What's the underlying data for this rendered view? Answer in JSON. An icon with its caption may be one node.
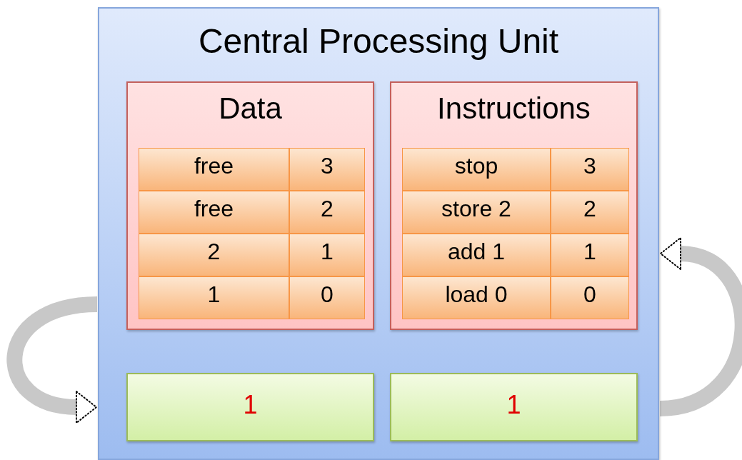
{
  "diagram": {
    "nodes": [
      {
        "text": [
          "Central Processing Unit"
        ]
      },
      {
        "text": [
          "Data"
        ],
        "in": 0
      },
      {
        "text": [
          "free"
        ],
        "in": 1
      },
      {
        "text": [
          "3"
        ],
        "in": 1
      },
      {
        "text": [
          "free"
        ],
        "in": 1
      },
      {
        "text": [
          "2"
        ],
        "in": 1
      },
      {
        "text": [
          "2"
        ],
        "in": 1
      },
      {
        "text": [
          "1"
        ],
        "in": 1
      },
      {
        "text": [
          "1"
        ],
        "in": 1
      },
      {
        "text": [
          "0"
        ],
        "in": 1
      },
      {
        "text": [
          "Instructions"
        ],
        "in": 0
      },
      {
        "text": [
          "stop"
        ],
        "in": 10
      },
      {
        "text": [
          "3"
        ],
        "in": 10
      },
      {
        "text": [
          "store 2"
        ],
        "in": 10
      },
      {
        "text": [
          "2"
        ],
        "in": 10
      },
      {
        "text": [
          "add 1"
        ],
        "in": 10
      },
      {
        "text": [
          "1"
        ],
        "in": 10
      },
      {
        "text": [
          "load 0"
        ],
        "in": 10
      },
      {
        "text": [
          "0"
        ],
        "in": 10
      },
      {
        "text": [
          "1"
        ],
        "in": 0
      },
      {
        "text": [
          "1"
        ],
        "in": 0
      }
    ],
    "edges": [
      {
        "from": 8,
        "to": 19,
        "arrow": "to"
      },
      {
        "from": 20,
        "to": 16,
        "arrow": "to"
      }
    ]
  }
}
